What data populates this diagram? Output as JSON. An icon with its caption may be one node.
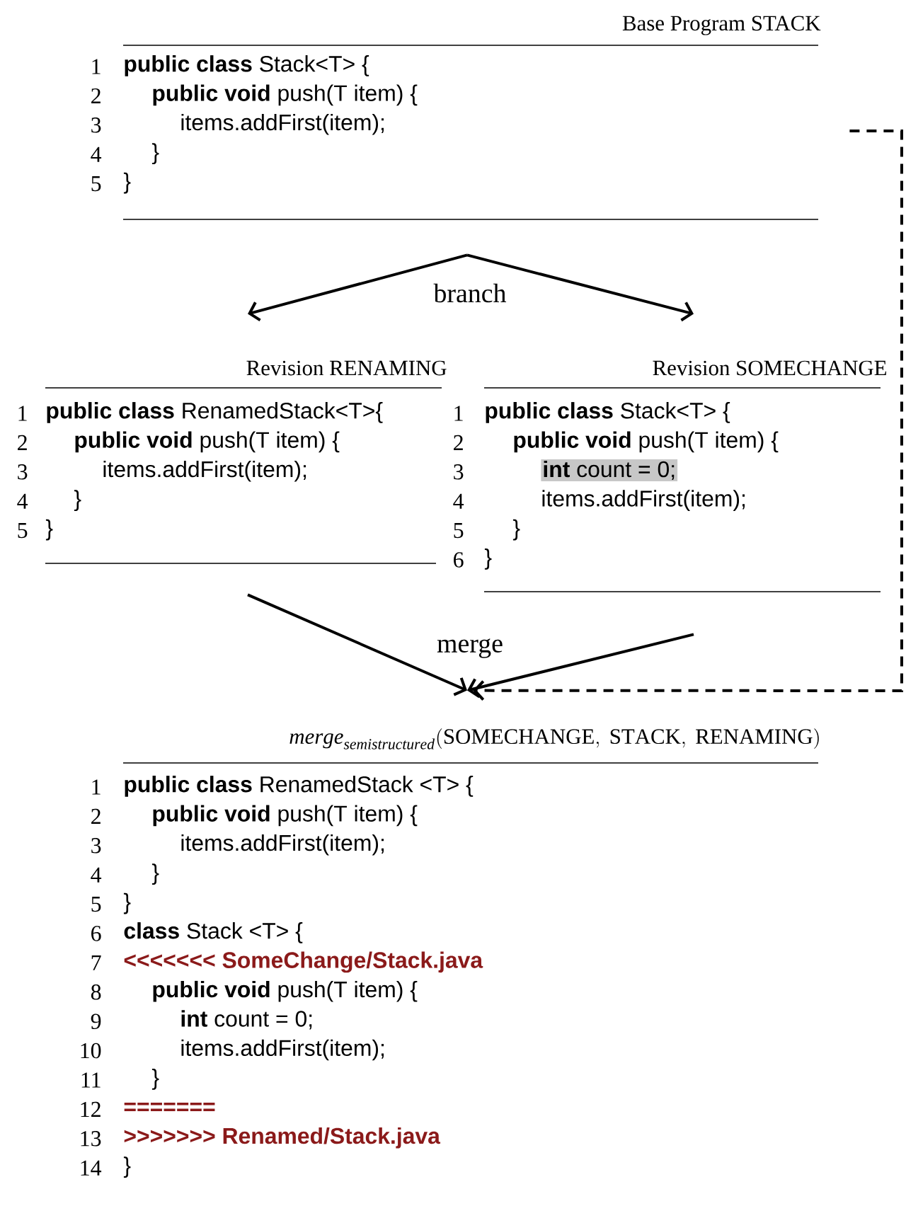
{
  "diagram": {
    "nodes": [
      {
        "text": [
          "Base Program STACK",
          "1",
          "**public class** Stack<T> {",
          "2",
          "**public void** push(T item) {",
          "3",
          "items.addFirst(item);",
          "4",
          "}",
          "5",
          "}"
        ]
      },
      {
        "text": [
          "Revision RENAMING",
          "1",
          "**public class** RenamedStack<T>{",
          "2",
          "**public void** push(T item) {",
          "3",
          "items.addFirst(item);",
          "4",
          "}",
          "5",
          "}"
        ]
      },
      {
        "text": [
          "Revision SOMECHANGE",
          "1",
          "**public class** Stack<T> {",
          "2",
          "**public void** push(T item) {",
          "3",
          "**int** count = 0;",
          "4",
          "items.addFirst(item);",
          "5",
          "}",
          "6",
          "}"
        ]
      },
      {
        "text": [
          "\\mathit{merge}_{\\mathit{semistructured}}(\\mathrm{SOMECHANGE},\\ \\mathrm{STACK},\\ \\mathrm{RENAMING})",
          "1",
          "**public class** RenamedStack <T> {",
          "2",
          "**public void** push(T item) {",
          "3",
          "items.addFirst(item);",
          "4",
          "}",
          "5",
          "}",
          "6",
          "**class** Stack <T> {",
          "7",
          "<<<<<<< SomeChange/Stack.java",
          "8",
          "**public void** push(T item) {",
          "9",
          "**int** count = 0;",
          "10",
          "items.addFirst(item);",
          "11",
          "}",
          "12",
          "=======",
          "13",
          ">>>>>>> Renamed/Stack.java",
          "14",
          "}"
        ]
      }
    ],
    "edges": [
      {
        "from": 0,
        "to": 1,
        "arrow": "to",
        "label": "branch"
      },
      {
        "from": 0,
        "to": 2,
        "arrow": "to"
      },
      {
        "from": 1,
        "to": 3,
        "arrow": "to",
        "label": "merge"
      },
      {
        "from": 2,
        "to": 3,
        "arrow": "to"
      },
      {
        "from": 0,
        "to": 3,
        "arrow": "to",
        "style": "dashed"
      }
    ]
  }
}
